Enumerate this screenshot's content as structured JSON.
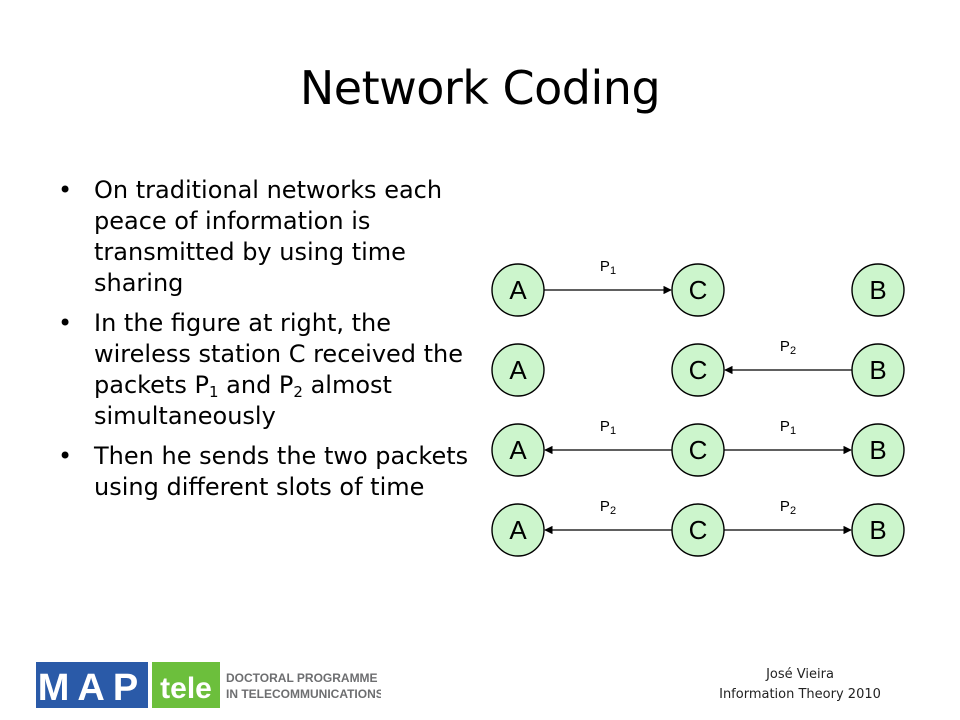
{
  "slide": {
    "title": "Network Coding",
    "bullets": [
      {
        "text": "On traditional networks each peace of information is transmitted by using time sharing"
      },
      {
        "prefix": "In the figure at right, the wireless station C received the packets P",
        "sub1": "1",
        "middle": " and P",
        "sub2": "2",
        "suffix": " almost simultaneously"
      },
      {
        "text": "Then he sends the two packets using different slots of time"
      }
    ]
  },
  "diagram": {
    "node_fill": "#ccf5cc",
    "rows": [
      {
        "nodes": [
          "A",
          "C",
          "B"
        ],
        "left_label": "P",
        "left_sub": "1",
        "right_label": "",
        "right_sub": ""
      },
      {
        "nodes": [
          "A",
          "C",
          "B"
        ],
        "left_label": "",
        "left_sub": "",
        "right_label": "P",
        "right_sub": "2"
      },
      {
        "nodes": [
          "A",
          "C",
          "B"
        ],
        "left_label": "P",
        "left_sub": "1",
        "right_label": "P",
        "right_sub": "1"
      },
      {
        "nodes": [
          "A",
          "C",
          "B"
        ],
        "left_label": "P",
        "left_sub": "2",
        "right_label": "P",
        "right_sub": "2"
      }
    ]
  },
  "footer": {
    "logo_map": "MAP",
    "logo_tele": "tele",
    "logo_line1": "DOCTORAL PROGRAMME",
    "logo_line2": "IN TELECOMMUNICATIONS",
    "author": "José Vieira",
    "course": "Information Theory 2010",
    "colors": {
      "map_blue": "#2a5aa8",
      "tele_green": "#6cbf3c",
      "grey": "#6d6e70"
    }
  }
}
